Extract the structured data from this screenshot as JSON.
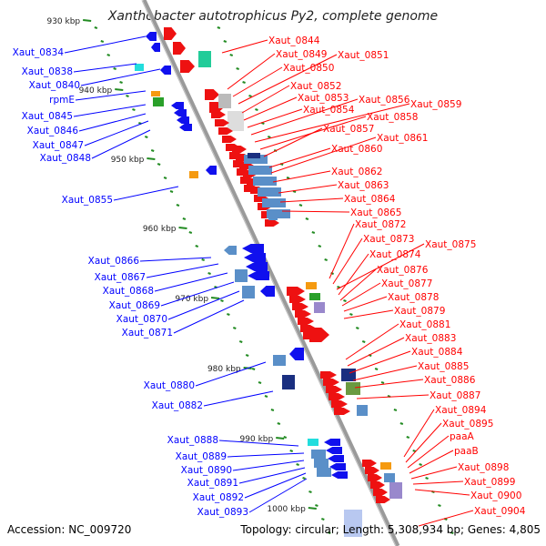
{
  "title": "Xanthobacter autotrophicus Py2, complete genome",
  "accession": "Accession: NC_009720",
  "summary": "Topology: circular; Length: 5,308,934 bp; Genes: 4,805",
  "ticks": [
    "930 kbp",
    "940 kbp",
    "950 kbp",
    "960 kbp",
    "970 kbp",
    "980 kbp",
    "990 kbp",
    "1000 kbp"
  ],
  "colors": {
    "forward": "#ff0000",
    "reverse": "#0000ff",
    "backbone": "#999999",
    "tick": "#228b22"
  },
  "left_labels": [
    "Xaut_0834",
    "Xaut_0838",
    "Xaut_0840",
    "rpmE",
    "Xaut_0845",
    "Xaut_0846",
    "Xaut_0847",
    "Xaut_0848",
    "Xaut_0855",
    "Xaut_0866",
    "Xaut_0867",
    "Xaut_0868",
    "Xaut_0869",
    "Xaut_0870",
    "Xaut_0871",
    "Xaut_0880",
    "Xaut_0882",
    "Xaut_0888",
    "Xaut_0889",
    "Xaut_0890",
    "Xaut_0891",
    "Xaut_0892",
    "Xaut_0893"
  ],
  "right_labels": [
    "Xaut_0844",
    "Xaut_0849",
    "Xaut_0850",
    "Xaut_0851",
    "Xaut_0852",
    "Xaut_0853",
    "Xaut_0854",
    "Xaut_0856",
    "Xaut_0859",
    "Xaut_0858",
    "Xaut_0857",
    "Xaut_0860",
    "Xaut_0861",
    "Xaut_0862",
    "Xaut_0863",
    "Xaut_0864",
    "Xaut_0865",
    "Xaut_0872",
    "Xaut_0873",
    "Xaut_0875",
    "Xaut_0874",
    "Xaut_0876",
    "Xaut_0877",
    "Xaut_0878",
    "Xaut_0879",
    "Xaut_0881",
    "Xaut_0883",
    "Xaut_0884",
    "Xaut_0885",
    "Xaut_0886",
    "Xaut_0887",
    "Xaut_0894",
    "Xaut_0895",
    "paaA",
    "paaB",
    "Xaut_0898",
    "Xaut_0899",
    "Xaut_0900",
    "Xaut_0904"
  ]
}
